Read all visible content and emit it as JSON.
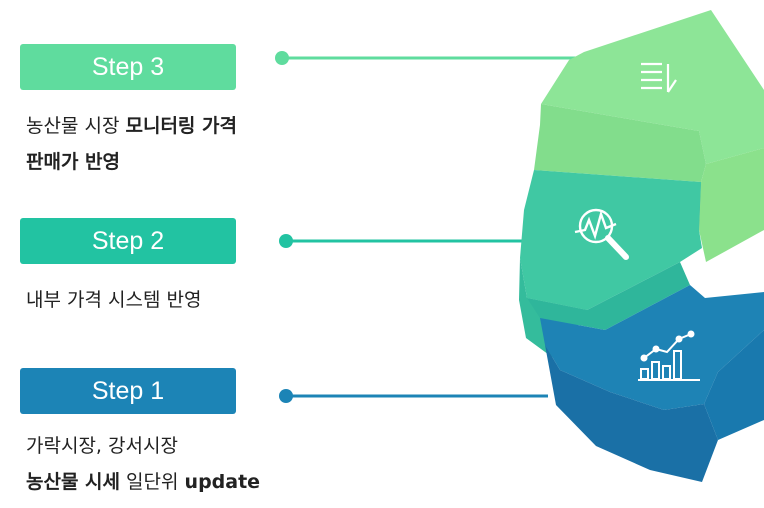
{
  "colors": {
    "step3": "#5fdc9e",
    "step2": "#22c3a2",
    "step1": "#1c84b6"
  },
  "steps": [
    {
      "label": "Step 3",
      "line1_plain": "농산물 시장 ",
      "line1_bold": "모니터링 가격",
      "line2_bold": "판매가 반영",
      "icon": "list-sort-icon"
    },
    {
      "label": "Step 2",
      "line1_plain": "내부 가격 시스템 반영",
      "icon": "magnifier-chart-icon"
    },
    {
      "label": "Step 1",
      "line1_plain": "가락시장, 강서시장",
      "line2_bold": "농산물 시세",
      "line2_plain": " 일단위 ",
      "line2_bold2": "update",
      "icon": "bar-line-chart-icon"
    }
  ]
}
